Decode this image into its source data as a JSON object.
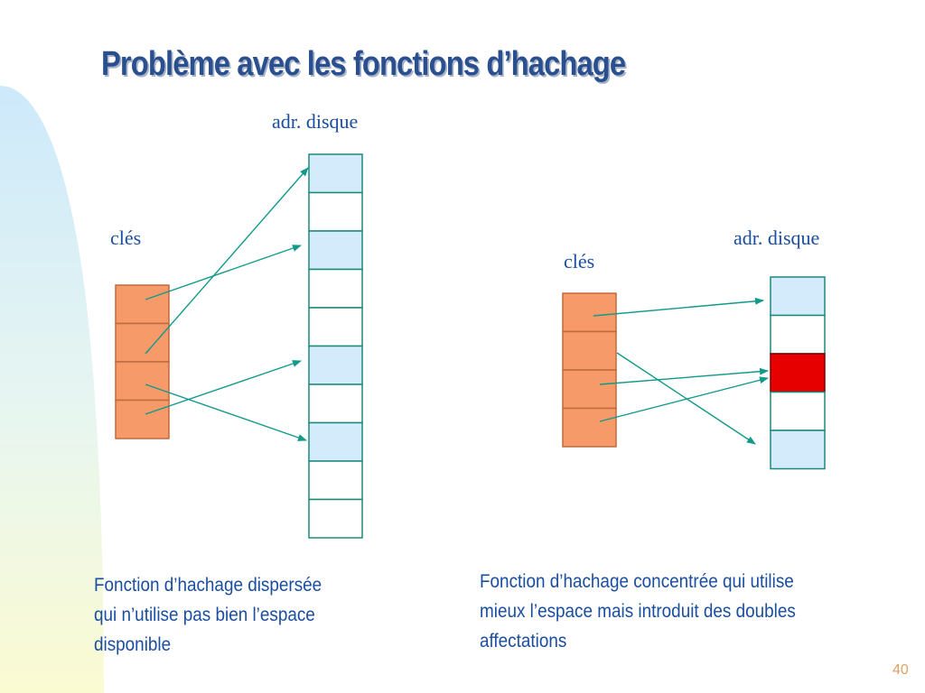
{
  "slide": {
    "title": "Problème avec les fonctions d’hachage",
    "page_number": "40"
  },
  "colors": {
    "key_cell": "#f79a6a",
    "disk_highlight": "#d3ebfb",
    "disk_plain": "#ffffff",
    "collision": "#e60000",
    "arrow": "#119a8a",
    "text": "#1a4ea0"
  },
  "left_diagram": {
    "keys_label": "clés",
    "disk_label": "adr. disque",
    "disk_cells": [
      "highlight",
      "plain",
      "highlight",
      "plain",
      "plain",
      "highlight",
      "plain",
      "highlight",
      "plain",
      "plain"
    ],
    "key_count": 4,
    "caption_lines": [
      "Fonction d’hachage dispersée",
      "qui n’utilise pas bien l’espace",
      "disponible"
    ]
  },
  "right_diagram": {
    "keys_label": "clés",
    "disk_label": "adr. disque",
    "disk_cells": [
      "highlight",
      "plain",
      "collision",
      "plain",
      "highlight"
    ],
    "key_count": 4,
    "caption_lines": [
      "Fonction d’hachage concentrée qui utilise",
      "mieux l’espace mais introduit des doubles",
      "affectations"
    ]
  }
}
